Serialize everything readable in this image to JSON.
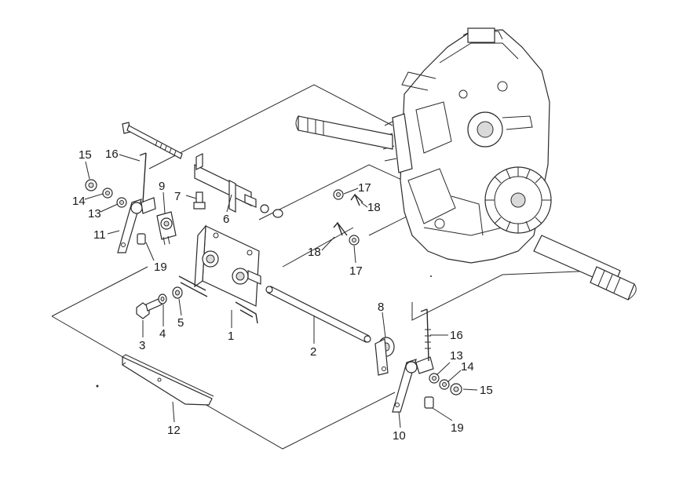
{
  "labels": {
    "p1": "1",
    "p2": "2",
    "p3": "3",
    "p4": "4",
    "p5": "5",
    "p6": "6",
    "p7": "7",
    "p8": "8",
    "p9": "9",
    "p10": "10",
    "p11": "11",
    "p12": "12",
    "p13a": "13",
    "p13b": "13",
    "p14a": "14",
    "p14b": "14",
    "p15a": "15",
    "p15b": "15",
    "p16a": "16",
    "p16b": "16",
    "p17a": "17",
    "p17b": "17",
    "p18a": "18",
    "p18b": "18",
    "p19a": "19",
    "p19b": "19"
  }
}
